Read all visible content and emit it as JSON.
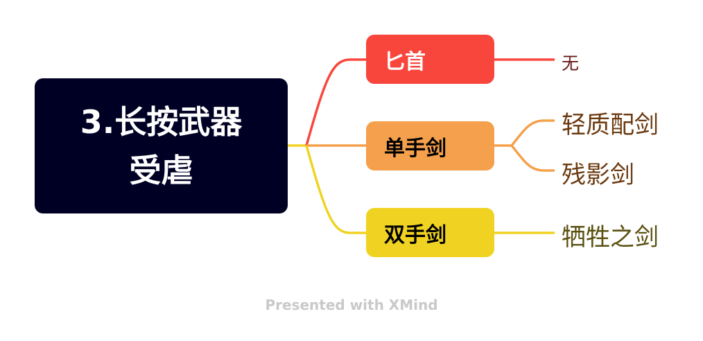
{
  "root": {
    "line1": "3.长按武器",
    "line2": "受虐",
    "color": "#000024"
  },
  "branches": [
    {
      "label": "匕首",
      "color": "#F9463C",
      "text_color": "#ffffff",
      "children": [
        "无"
      ],
      "leaf_color": "#6b1818"
    },
    {
      "label": "单手剑",
      "color": "#F5A04C",
      "text_color": "#000000",
      "children": [
        "轻质配剑",
        "残影剑"
      ],
      "leaf_color": "#6b3a10"
    },
    {
      "label": "双手剑",
      "color": "#F0D322",
      "text_color": "#000000",
      "children": [
        "牺牲之剑"
      ],
      "leaf_color": "#5a5010"
    }
  ],
  "footer": "Presented with XMind"
}
